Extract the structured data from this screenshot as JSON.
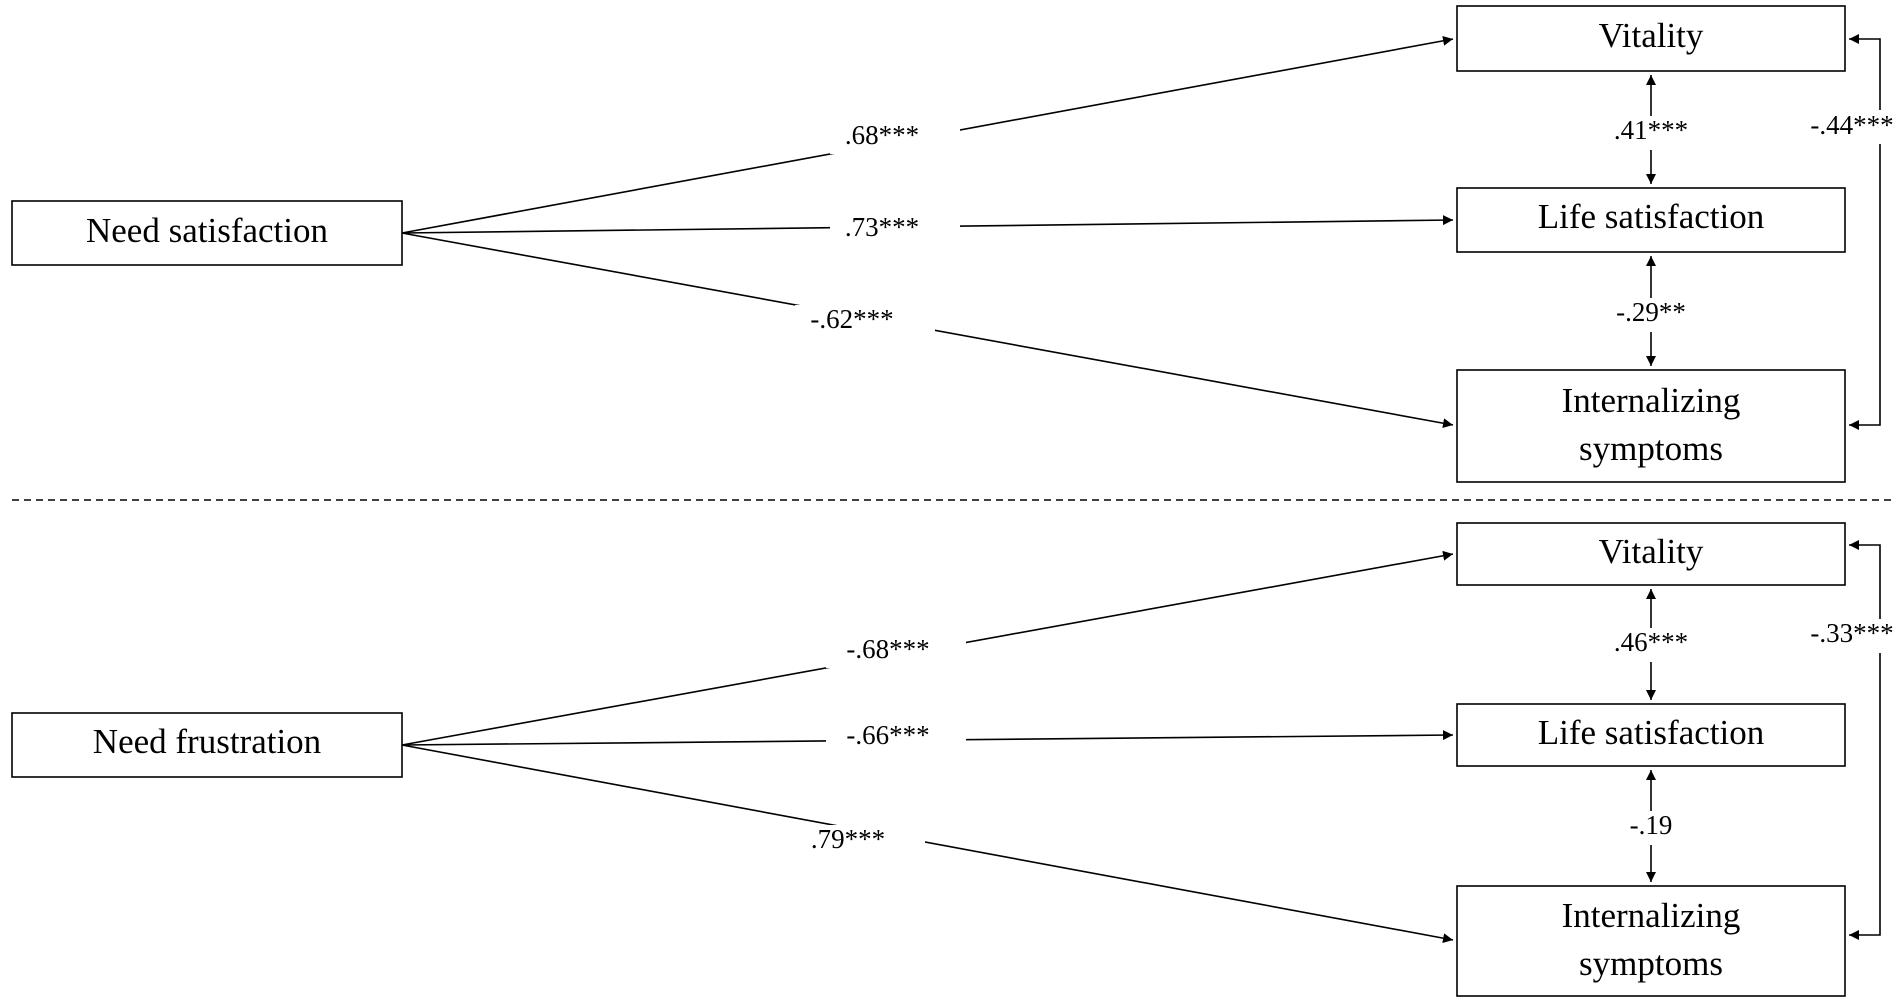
{
  "panels": [
    {
      "predictor": "Need satisfaction",
      "outcomes": [
        "Vitality",
        "Life satisfaction",
        [
          "Internalizing",
          "symptoms"
        ]
      ],
      "paths": [
        {
          "from": "Need satisfaction",
          "to": "Vitality",
          "coef": ".68***"
        },
        {
          "from": "Need satisfaction",
          "to": "Life satisfaction",
          "coef": ".73***"
        },
        {
          "from": "Need satisfaction",
          "to": "Internalizing symptoms",
          "coef": "-.62***"
        }
      ],
      "correlations": [
        {
          "between": [
            "Vitality",
            "Life satisfaction"
          ],
          "coef": ".41***"
        },
        {
          "between": [
            "Life satisfaction",
            "Internalizing symptoms"
          ],
          "coef": "-.29**"
        },
        {
          "between": [
            "Vitality",
            "Internalizing symptoms"
          ],
          "coef": "-.44***"
        }
      ]
    },
    {
      "predictor": "Need frustration",
      "outcomes": [
        "Vitality",
        "Life satisfaction",
        [
          "Internalizing",
          "symptoms"
        ]
      ],
      "paths": [
        {
          "from": "Need frustration",
          "to": "Vitality",
          "coef": "-.68***"
        },
        {
          "from": "Need frustration",
          "to": "Life satisfaction",
          "coef": "-.66***"
        },
        {
          "from": "Need frustration",
          "to": "Internalizing symptoms",
          "coef": ".79***"
        }
      ],
      "correlations": [
        {
          "between": [
            "Vitality",
            "Life satisfaction"
          ],
          "coef": ".46***"
        },
        {
          "between": [
            "Life satisfaction",
            "Internalizing symptoms"
          ],
          "coef": "-.19"
        },
        {
          "between": [
            "Vitality",
            "Internalizing symptoms"
          ],
          "coef": "-.33***"
        }
      ]
    }
  ]
}
